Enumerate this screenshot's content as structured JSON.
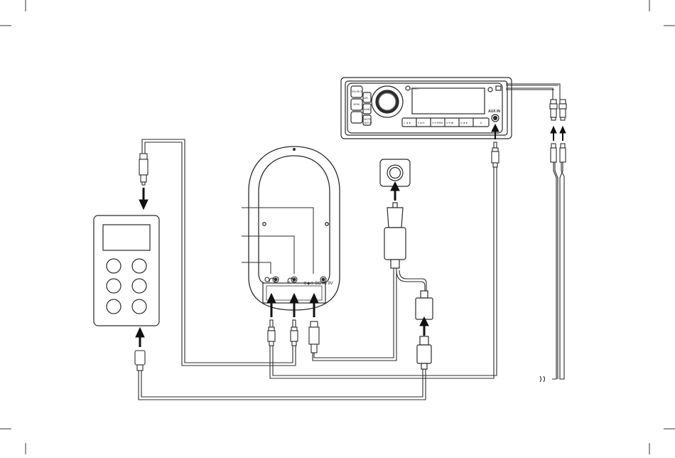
{
  "head_unit": {
    "buttons_left": [
      "SOURCE",
      "VIEW"
    ],
    "buttons_mid": [
      "A/B",
      "BAND",
      "MUTE",
      "SETUP"
    ],
    "brand_label": "DIRECT",
    "aux_label": "AUX IN",
    "preset_labels": [
      "1 ◄◄",
      "2 ►/II",
      "3 ⟲ RDM",
      "4 ⟲ ⇄",
      "5 ◄◄",
      "6"
    ]
  },
  "dock": {
    "port_labels": [
      "⊕◆⊖ DC IN 9V"
    ]
  },
  "colors": {
    "line": "#2b2b2b",
    "arrow": "#111111",
    "fill": "#ffffff"
  },
  "icons": [
    "headphone-jack-icon",
    "line-out-jack-icon",
    "dc-power-jack-icon",
    "cable-break-icon"
  ]
}
